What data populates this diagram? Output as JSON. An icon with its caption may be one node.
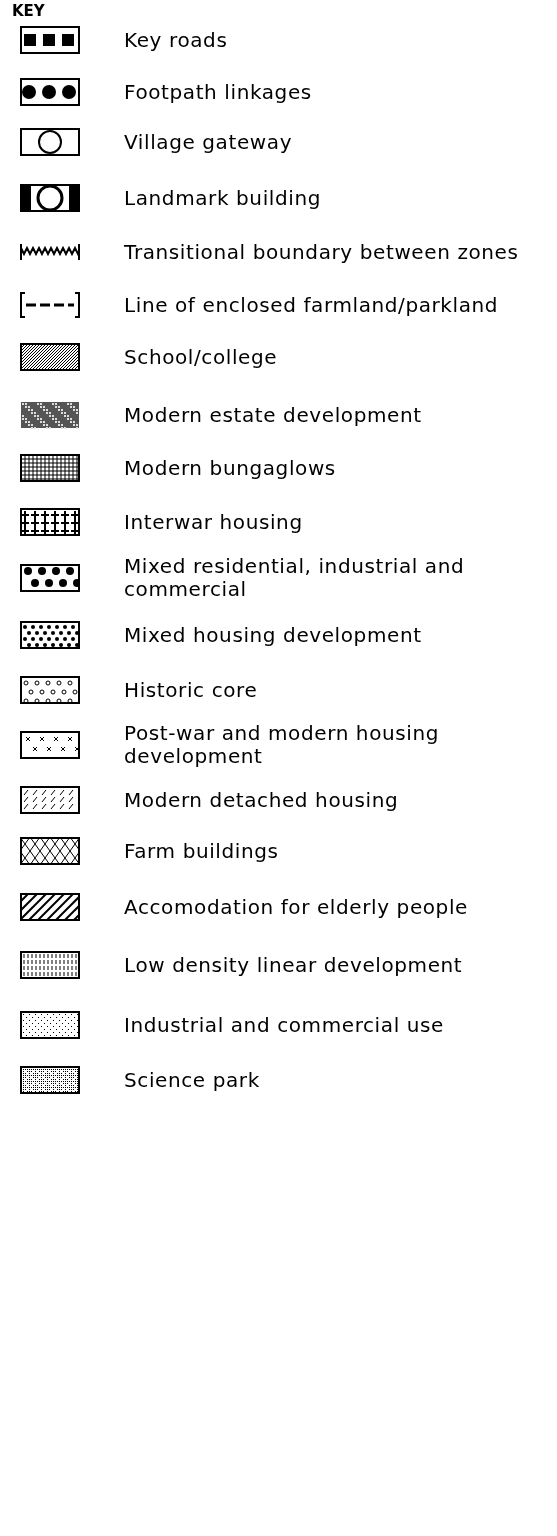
{
  "diagram": {
    "title": "KEY",
    "legend": [
      {
        "text": "Key roads"
      },
      {
        "text": "Footpath linkages"
      },
      {
        "text": "Village gateway"
      },
      {
        "text": "Landmark building"
      },
      {
        "text": "Transitional boundary between zones"
      },
      {
        "text": "Line of enclosed farmland/parkland"
      },
      {
        "text": "School/college"
      },
      {
        "text": "Modern estate development"
      },
      {
        "text": "Modern bungaglows"
      },
      {
        "text": "Interwar housing"
      },
      {
        "text": "Mixed residential, industrial and commercial"
      },
      {
        "text": "Mixed housing development"
      },
      {
        "text": "Historic core"
      },
      {
        "text": "Post-war and modern housing development"
      },
      {
        "text": "Modern detached housing"
      },
      {
        "text": "Farm buildings"
      },
      {
        "text": "Accomodation for elderly people"
      },
      {
        "text": "Low density linear development"
      },
      {
        "text": "Industrial and commercial use"
      },
      {
        "text": "Science park"
      }
    ]
  }
}
